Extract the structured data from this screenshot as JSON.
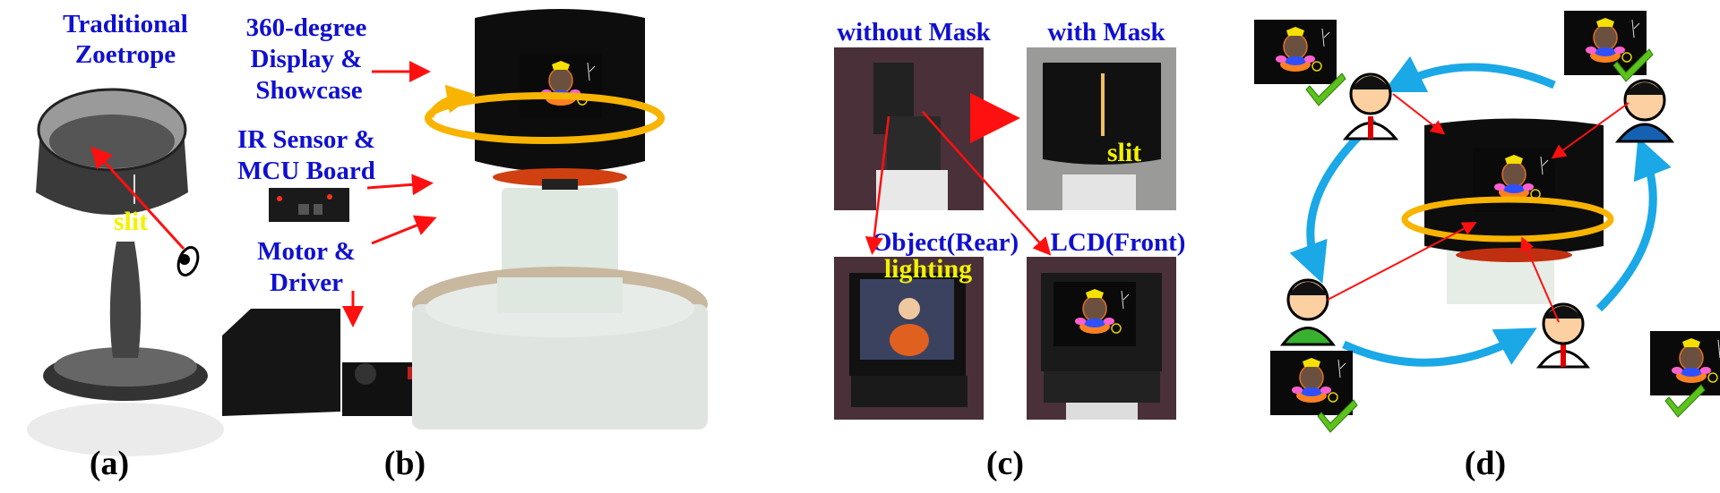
{
  "panel_a": {
    "title_line1": "Traditional",
    "title_line2": "Zoetrope",
    "slit_label": "slit",
    "caption": "(a)"
  },
  "panel_b": {
    "display_line1": "360-degree",
    "display_line2": "Display &",
    "display_line3": "Showcase",
    "sensor_line1": "IR Sensor &",
    "sensor_line2": "MCU Board",
    "motor_line1": "Motor &",
    "motor_line2": "Driver",
    "caption": "(b)"
  },
  "panel_c": {
    "without_mask": "without Mask",
    "with_mask": "with Mask",
    "slit_label": "slit",
    "object_rear": "Object(Rear)",
    "lighting": "lighting",
    "lcd_front": "LCD(Front)",
    "caption": "(c)"
  },
  "panel_d": {
    "caption": "(d)"
  },
  "colors": {
    "label_blue": "#1010d0",
    "highlight_yellow": "#f2f200",
    "arrow_red": "#ff1010",
    "rotation_orange": "#f8b400",
    "cycle_blue": "#1aa8e6",
    "check_green": "#5cc21c"
  }
}
